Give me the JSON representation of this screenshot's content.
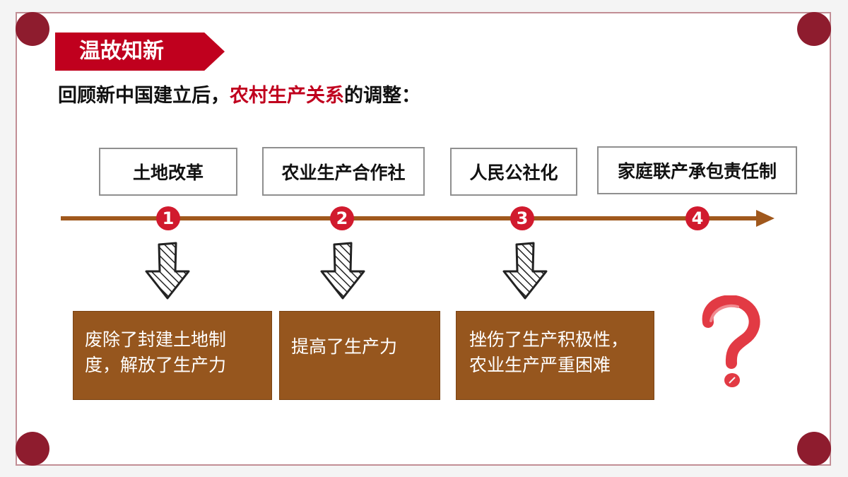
{
  "banner": {
    "title": "温故知新"
  },
  "subtitle": {
    "prefix": "回顾新中国建立后，",
    "highlight": "农村生产关系",
    "suffix": "的调整："
  },
  "stages": [
    {
      "label": "土地改革",
      "number": "1"
    },
    {
      "label": "农业生产合作社",
      "number": "2"
    },
    {
      "label": "人民公社化",
      "number": "3"
    },
    {
      "label": "家庭联产承包责任制",
      "number": "4"
    }
  ],
  "results": [
    {
      "lines": [
        "废除了封建土地制",
        "度，解放了生产力"
      ]
    },
    {
      "lines": [
        "提高了生产力"
      ]
    },
    {
      "lines": [
        "挫伤了生产积极性，",
        "农业生产严重困难"
      ]
    }
  ],
  "icons": {
    "down_arrow": "hatched-down-arrow-icon",
    "question": "question-mark-icon"
  },
  "colors": {
    "banner_red": "#c0001e",
    "timeline_brown": "#a0581c",
    "result_brown": "#96561e",
    "number_red": "#d11a2e",
    "frame_maroon": "#8e1c2e",
    "question_red": "#e23a44"
  }
}
